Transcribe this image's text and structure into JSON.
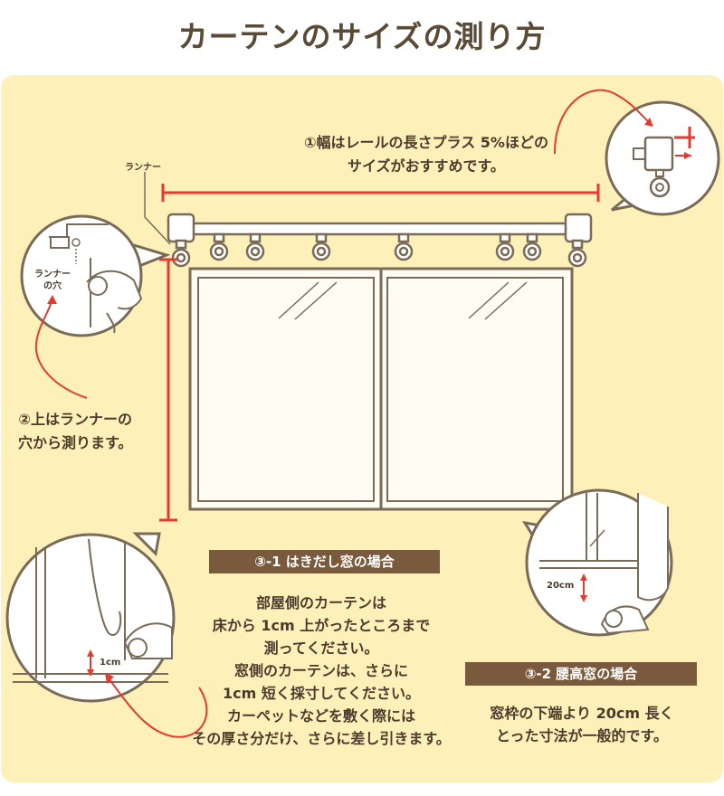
{
  "title": "カーテンのサイズの測り方",
  "width_note": {
    "line1": "①幅はレールの長さプラス 5%ほどの",
    "line2": "サイズがおすすめです。"
  },
  "runner_label": "ランナー",
  "runner_hole": {
    "line1": "ランナー",
    "line2": "の穴"
  },
  "top_note": {
    "line1": "②上はランナーの",
    "line2": "穴から測ります。"
  },
  "section_3_1": {
    "heading": "③-1 はきだし窓の場合",
    "lines": [
      "部屋側のカーテンは",
      "床から 1cm 上がったところまで",
      "測ってください。",
      "窓側のカーテンは、さらに",
      "1cm 短く採寸してください。",
      "カーペットなどを敷く際には",
      "その厚さ分だけ、さらに差し引きます。"
    ],
    "measure_label": "1cm"
  },
  "section_3_2": {
    "heading": "③-2 腰高窓の場合",
    "lines": [
      "窓枠の下端より 20cm 長く",
      "とった寸法が一般的です。"
    ],
    "measure_label": "20cm"
  },
  "colors": {
    "background": "#fdf0b8",
    "title_text": "#5b4a35",
    "banner": "#7a5a3c",
    "measure_red": "#e43b2f",
    "outline": "#7a6a58"
  }
}
